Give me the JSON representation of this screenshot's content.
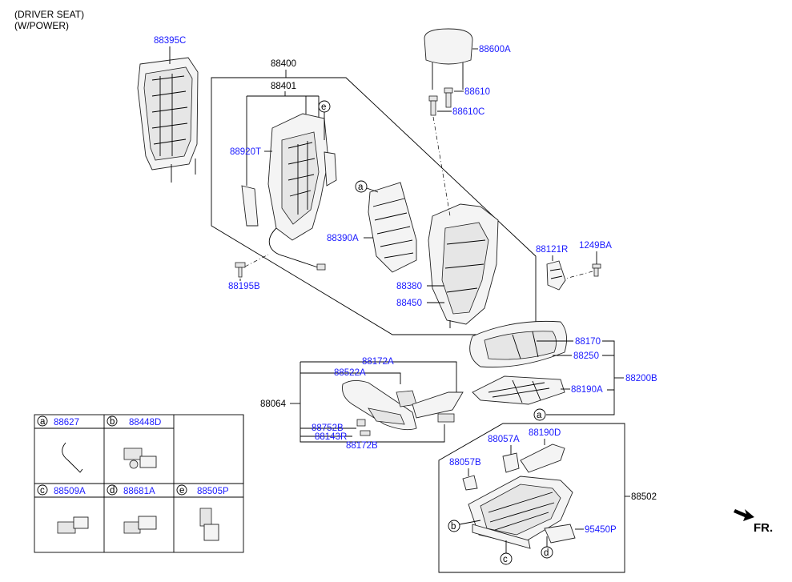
{
  "header": {
    "line1": "(DRIVER SEAT)",
    "line2": "(W/POWER)"
  },
  "labels": {
    "p88395C": "88395C",
    "p88400": "88400",
    "p88401": "88401",
    "p88920T": "88920T",
    "p88195B": "88195B",
    "p88390A": "88390A",
    "p88380": "88380",
    "p88450": "88450",
    "p88600A": "88600A",
    "p88610": "88610",
    "p88610C": "88610C",
    "p88121R": "88121R",
    "p1249BA": "1249BA",
    "p88170": "88170",
    "p88250": "88250",
    "p88200B": "88200B",
    "p88190A": "88190A",
    "p88172A_top": "88172A",
    "p88522A": "88522A",
    "p88064": "88064",
    "p88752B": "88752B",
    "p88143R": "88143R",
    "p88172B": "88172B",
    "p88057A": "88057A",
    "p88190D": "88190D",
    "p88057B": "88057B",
    "p88502": "88502",
    "p95450P": "95450P"
  },
  "callouts": {
    "a1": "a",
    "a2": "a",
    "b": "b",
    "c": "c",
    "d": "d",
    "e": "e"
  },
  "legend": [
    {
      "letter": "a",
      "part": "88627"
    },
    {
      "letter": "b",
      "part": "88448D"
    },
    {
      "letter": "c",
      "part": "88509A"
    },
    {
      "letter": "d",
      "part": "88681A"
    },
    {
      "letter": "e",
      "part": "88505P"
    }
  ],
  "front_marker": "FR."
}
